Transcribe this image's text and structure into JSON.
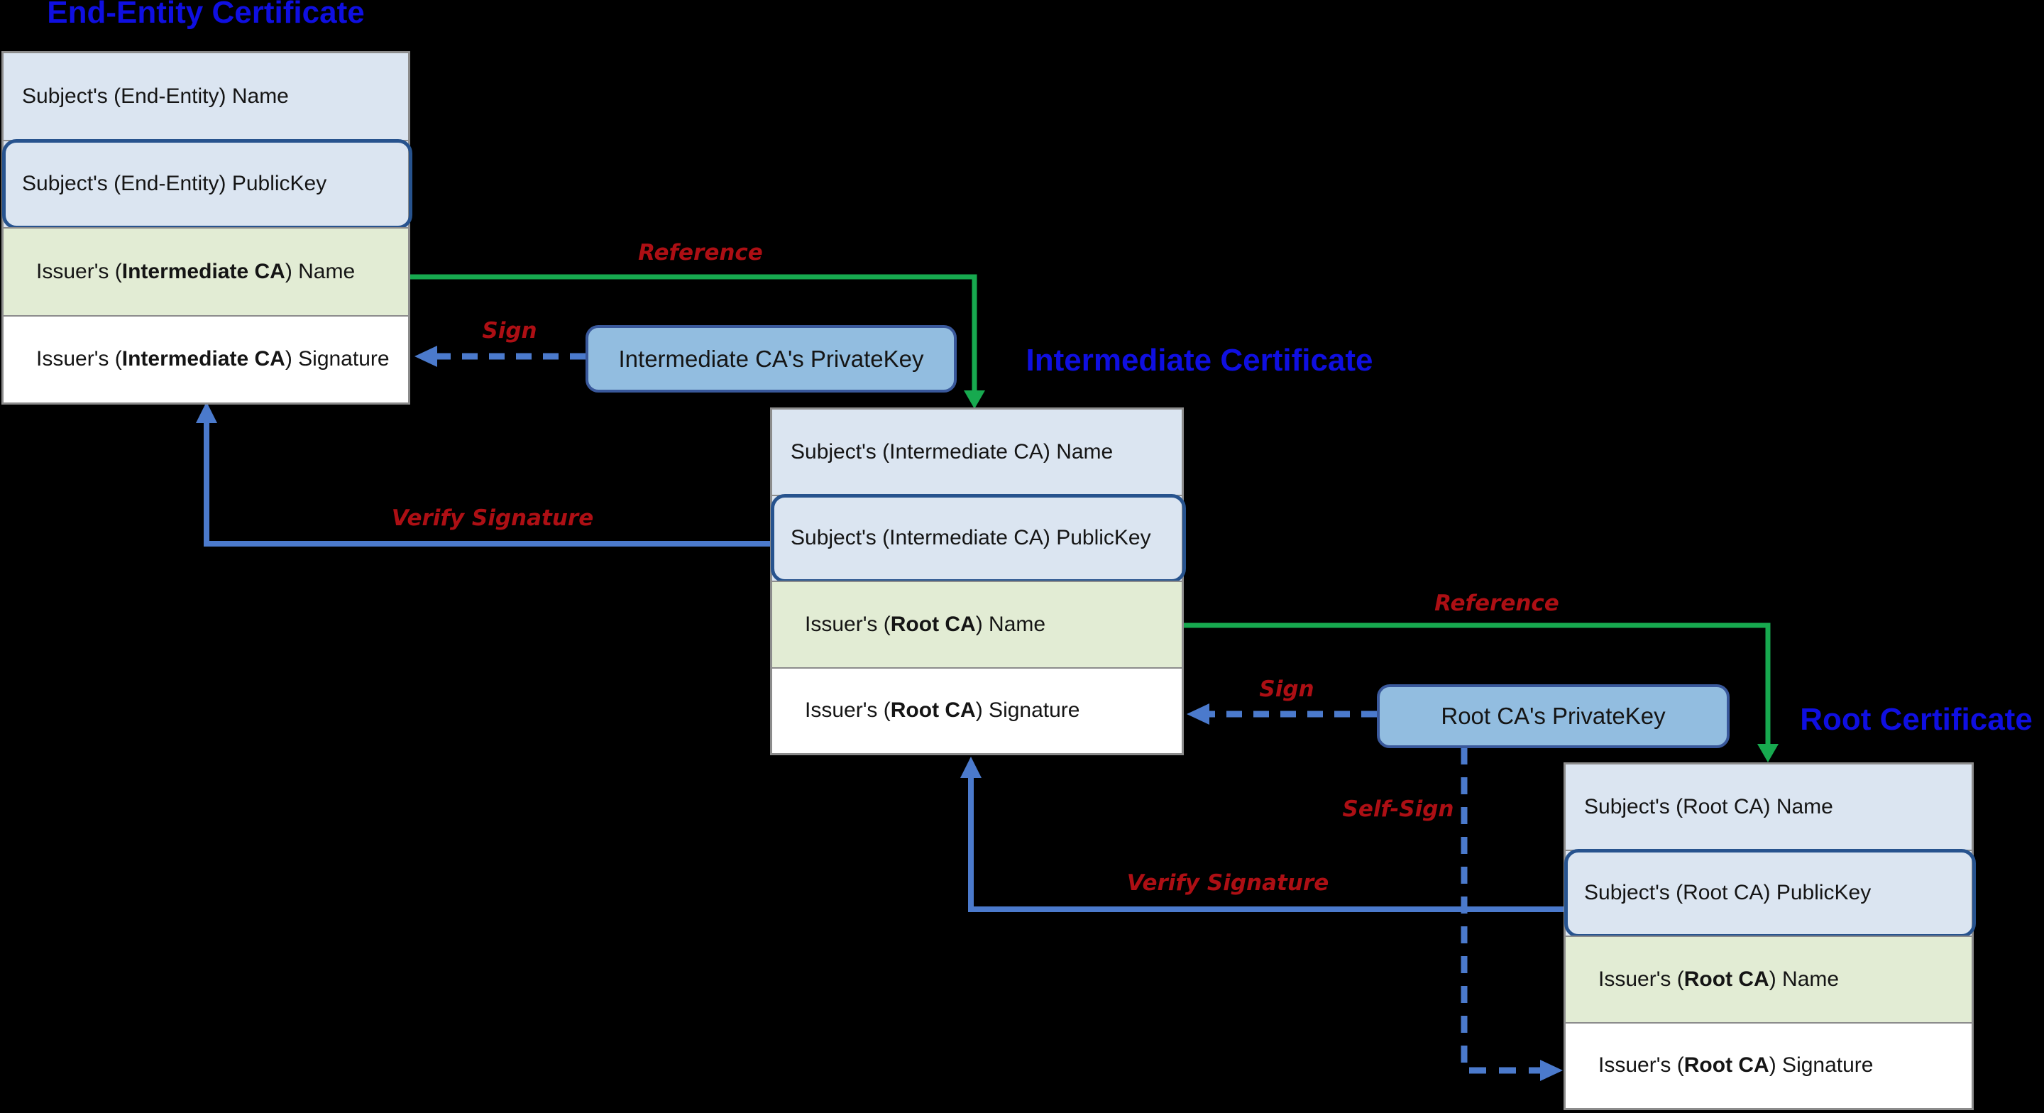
{
  "colors": {
    "background": "#000000",
    "title_blue": "#0f0fe1",
    "label_red": "#ad0f14",
    "arrow_green": "#17a94f",
    "arrow_blue": "#4b7acc",
    "subject_row_bg": "#dbe5f1",
    "issuer_name_row_bg": "#e2ecd4",
    "signature_row_bg": "#ffffff",
    "publickey_outline": "#27538e",
    "privatekey_fill": "#92bde0",
    "privatekey_border": "#39589b",
    "table_border_gray": "#8c8c8c"
  },
  "certificates": [
    {
      "title": "End-Entity Certificate",
      "rows": [
        {
          "parts": [
            "Subject's (End-Entity) Name",
            "",
            ""
          ]
        },
        {
          "parts": [
            "Subject's (End-Entity) PublicKey",
            "",
            ""
          ]
        },
        {
          "parts": [
            "Issuer's (",
            "Intermediate CA",
            ") Name"
          ]
        },
        {
          "parts": [
            "Issuer's (",
            "Intermediate CA",
            ") Signature"
          ]
        }
      ]
    },
    {
      "title": "Intermediate Certificate",
      "rows": [
        {
          "parts": [
            "Subject's (Intermediate CA) Name",
            "",
            ""
          ]
        },
        {
          "parts": [
            "Subject's (Intermediate CA) PublicKey",
            "",
            ""
          ]
        },
        {
          "parts": [
            "Issuer's (",
            "Root CA",
            ") Name"
          ]
        },
        {
          "parts": [
            "Issuer's (",
            "Root CA",
            ") Signature"
          ]
        }
      ]
    },
    {
      "title": "Root Certificate",
      "rows": [
        {
          "parts": [
            "Subject's (Root CA) Name",
            "",
            ""
          ]
        },
        {
          "parts": [
            "Subject's (Root CA) PublicKey",
            "",
            ""
          ]
        },
        {
          "parts": [
            "Issuer's (",
            "Root CA",
            ") Name"
          ]
        },
        {
          "parts": [
            "Issuer's (",
            "Root CA",
            ") Signature"
          ]
        }
      ]
    }
  ],
  "private_keys": [
    {
      "label": "Intermediate CA's PrivateKey"
    },
    {
      "label": "Root CA's PrivateKey"
    }
  ],
  "arrow_labels": {
    "reference_1": "Reference",
    "sign_1": "Sign",
    "verify_1": "Verify Signature",
    "reference_2": "Reference",
    "sign_2": "Sign",
    "verify_2": "Verify Signature",
    "self_sign": "Self-Sign"
  }
}
